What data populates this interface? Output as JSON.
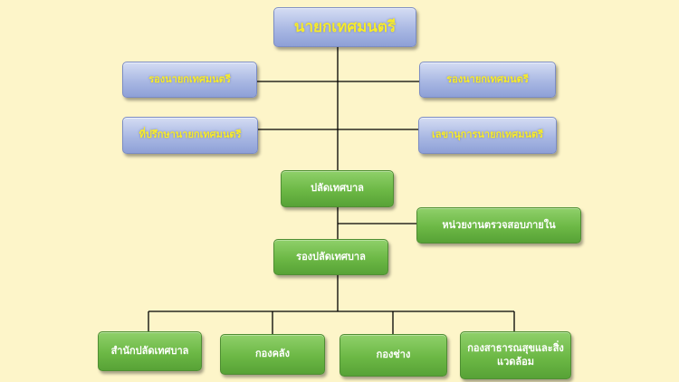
{
  "diagram": {
    "mayor": "นายกเทศมนตรี",
    "deputy_left": "รองนายกเทศมนตรี",
    "deputy_right": "รองนายกเทศมนตรี",
    "advisor": "ที่ปรึกษานายกเทศมนตรี",
    "secretary": "เลขานุการนายกเทศมนตรี",
    "clerk": "ปลัดเทศบาล",
    "audit": "หน่วยงานตรวจสอบภายใน",
    "deputy_clerk": "รองปลัดเทศบาล",
    "divisions": [
      "สำนักปลัดเทศบาล",
      "กองคลัง",
      "กองช่าง",
      "กองสาธารณสุขและสิ่งแวดล้อม"
    ]
  },
  "colors": {
    "background": "#fdf5c9",
    "executive_box": "#a9b8e3",
    "executive_text": "#f6eb2c",
    "staff_box": "#6cb845",
    "staff_text": "#ffffff",
    "connector": "#000000"
  }
}
